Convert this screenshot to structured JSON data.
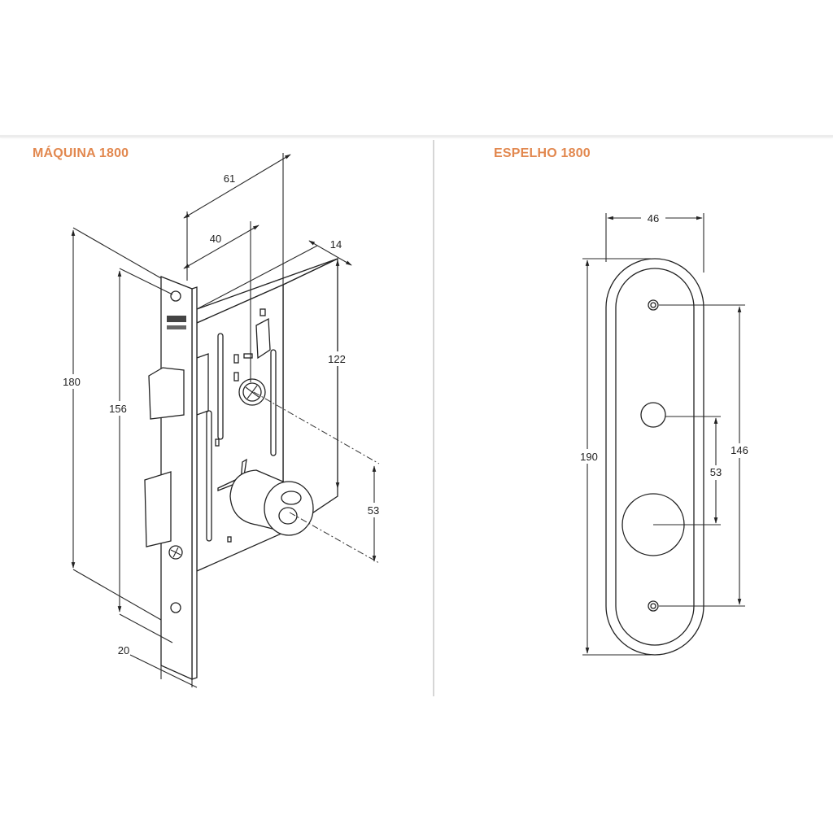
{
  "left_panel": {
    "title": "MÁQUINA 1800",
    "dimensions": {
      "d61": "61",
      "d40": "40",
      "d14": "14",
      "d180": "180",
      "d156": "156",
      "d122": "122",
      "d53": "53",
      "d20": "20"
    }
  },
  "right_panel": {
    "title": "ESPELHO 1800",
    "dimensions": {
      "d46": "46",
      "d190": "190",
      "d146": "146",
      "d53": "53"
    }
  },
  "colors": {
    "title": "#e2884f",
    "line": "#2a2a2a"
  }
}
